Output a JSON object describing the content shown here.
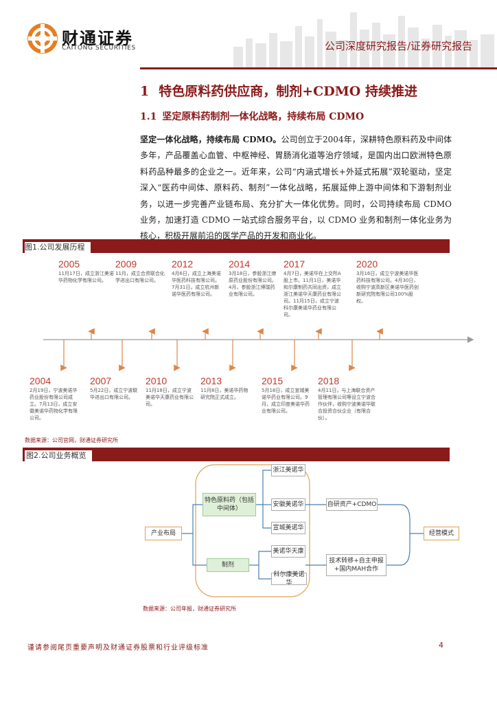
{
  "header": {
    "brand_cn": "财通证券",
    "brand_en": "CAITONG SECURITIES",
    "report_type": "公司深度研究报告/证券研究报告"
  },
  "section": {
    "num": "1",
    "title": "特色原料药供应商，制剂+CDMO 持续推进"
  },
  "subsection": {
    "num": "1.1",
    "title": "坚定原料药制剂一体化战略，持续布局 CDMO"
  },
  "body": {
    "lead": "坚定一体化战略，持续布局 CDMO。",
    "text": "公司创立于2004年，深耕特色原料药及中间体多年，产品覆盖心血管、中枢神经、胃肠消化道等治疗领域，是国内出口欧洲特色原料药品种最多的企业之一。近年来，公司“内涵式增长+外延式拓展”双轮驱动，坚定深入“医药中间体、原料药、制剂”一体化战略，拓展延伸上游中间体和下游制剂业务，以进一步完善产业链布局、充分扩大一体化优势。同时，公司持续布局 CDMO 业务，加速打造 CDMO 一站式综合服务平台，以 CDMO 业务和制剂一体化业务为核心，积极开展前沿的医学产品的开发和商业化。"
  },
  "figure1": {
    "caption": "图1.公司发展历程",
    "source": "数据来源：公司官网，财通证券研究所",
    "events_top": [
      {
        "year": "2005",
        "desc": "11月17日，成立浙江美诺华药物化学有限公司。"
      },
      {
        "year": "2009",
        "desc": "11月，成立合资联合化学进出口有限公司。"
      },
      {
        "year": "2012",
        "desc": "4月6日，成立上海美诺华医药科技有限公司。7月31日，成立杭州新诺华医药有限公司。"
      },
      {
        "year": "2014",
        "desc": "3月18日，参股浙江燎原药业股份有限公司。4月，参股浙江博瑞药业有限公司。"
      },
      {
        "year": "2017",
        "desc": "4月7日，美诺华在上交所A股上市。11月1日，美诺华和尔康制药共同出资，成立浙江美诺华天康药业有限公司。11月15日，成立宁波科尔康美诺华药业有限公司。"
      },
      {
        "year": "2020",
        "desc": "3月16日，成立宁波美诺华医药科技有限公司。4月30日，收购宁波高新区美诺华医药创新研究院有限公司100%股权。"
      }
    ],
    "events_bottom": [
      {
        "year": "2004",
        "desc": "2月19日，宁波美诺华药业股份有限公司成立。7月13日，成立安徽美诺华药物化学有限公司。"
      },
      {
        "year": "2007",
        "desc": "5月22日，成立宁波联华进出口有限公司。"
      },
      {
        "year": "2010",
        "desc": "11月18日，成立宁波美诺华天康药业有限公司。"
      },
      {
        "year": "2013",
        "desc": "11月8日，美诺华药物研究院正式成立。"
      },
      {
        "year": "2015",
        "desc": "5月18日，成立宣城美诺华药业有限公司。9月，成立印度美诺华药业有限公司。"
      },
      {
        "year": "2018",
        "desc": "4月11日，与上海联合资产管理有限公司等设立宁波合作伙伴，收购宁波美诺华联合投资合伙企业（有限合伙）。"
      }
    ]
  },
  "figure2": {
    "caption": "图2.公司业务概览",
    "source": "数据来源：公司年报，财通证券研究所",
    "root": "产业布局",
    "branch1": "特色原料药（包括中间体）",
    "branch1_children": [
      "浙江美诺华",
      "安徽美诺华",
      "宣城美诺华"
    ],
    "branch2": "制剂",
    "branch2_children": [
      "美诺华天康",
      "科尔康美诺华"
    ],
    "mode1": "自研资产+CDMO",
    "mode2": "技术转移+自主申报+国内MAH合作",
    "result": "经营模式"
  },
  "footer": {
    "disclaimer": "谨请参阅尾页重要声明及财通证券股票和行业评级标准",
    "page": "4"
  },
  "colors": {
    "brand": "#8b1a1a",
    "year": "#c0392b",
    "logo": "#e67e22",
    "diagram_green": "#dff0d8"
  }
}
